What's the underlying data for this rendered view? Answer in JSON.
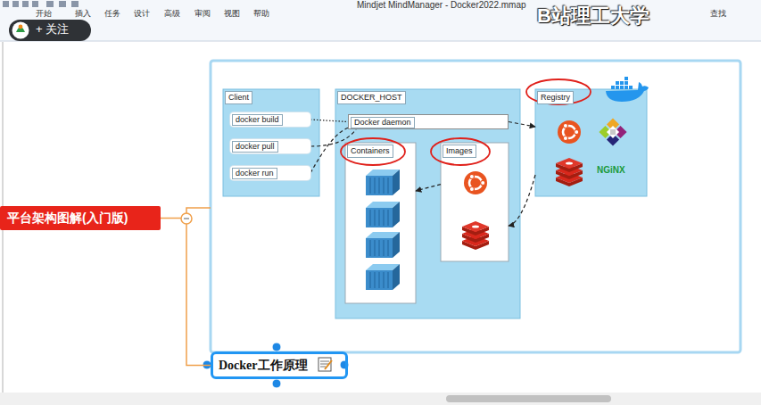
{
  "diagram": {
    "nodes": [
      {
        "text": [
          "平台架构图解(入门版)"
        ]
      },
      {
        "text": [
          "Client"
        ]
      },
      {
        "text": [
          "docker build"
        ],
        "in": 1
      },
      {
        "text": [
          "docker pull"
        ],
        "in": 1
      },
      {
        "text": [
          "docker run"
        ],
        "in": 1
      },
      {
        "text": [
          "DOCKER_HOST"
        ]
      },
      {
        "text": [
          "Docker daemon"
        ],
        "in": 5
      },
      {
        "text": [
          "Containers"
        ],
        "in": 5
      },
      {
        "text": [
          "Images"
        ],
        "in": 5
      },
      {
        "text": [
          "Registry"
        ]
      },
      {
        "text": [
          "Docker工作原理"
        ]
      }
    ],
    "edges": [
      {
        "from": 0,
        "to": 10,
        "arrow": "none"
      },
      {
        "from": 2,
        "to": 6,
        "arrow": "none"
      },
      {
        "from": 3,
        "to": 6,
        "arrow": "none"
      },
      {
        "from": 4,
        "to": 6,
        "arrow": "none"
      },
      {
        "from": 6,
        "to": 9,
        "arrow": "to"
      },
      {
        "from": 9,
        "to": 8,
        "arrow": "to"
      },
      {
        "from": 8,
        "to": 7,
        "arrow": "to"
      }
    ],
    "labels": [
      "Mindjet MindManager - Docker2022.mmap",
      "B站理工大学",
      "开始",
      "插入",
      "任务",
      "设计",
      "高级",
      "审阅",
      "视图",
      "帮助",
      "查找",
      "+ 关注",
      "NGiNX"
    ]
  }
}
